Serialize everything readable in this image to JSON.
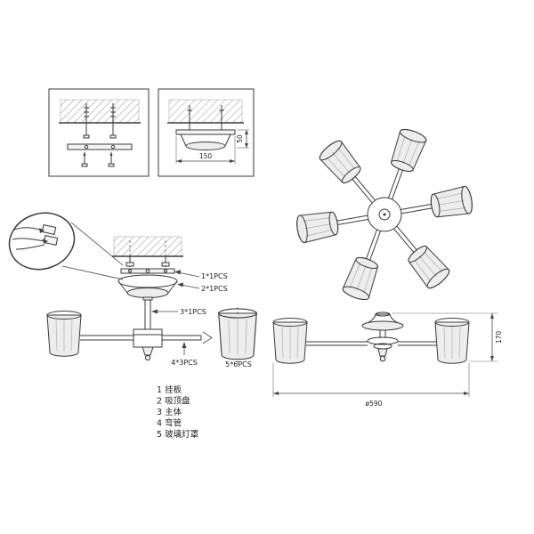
{
  "diagram": {
    "callouts": [
      "1*1PCS",
      "2*1PCS",
      "3*1PCS",
      "4*3PCS",
      "5*6PCS"
    ],
    "dimensions": {
      "plate_width": "150",
      "plate_height": "50",
      "fixture_height": "170",
      "fixture_diameter": "ø590"
    },
    "parts_list": [
      "1 挂板",
      "2 吸顶盘",
      "3 主体",
      "4 弯管",
      "5 玻璃灯罩"
    ]
  }
}
